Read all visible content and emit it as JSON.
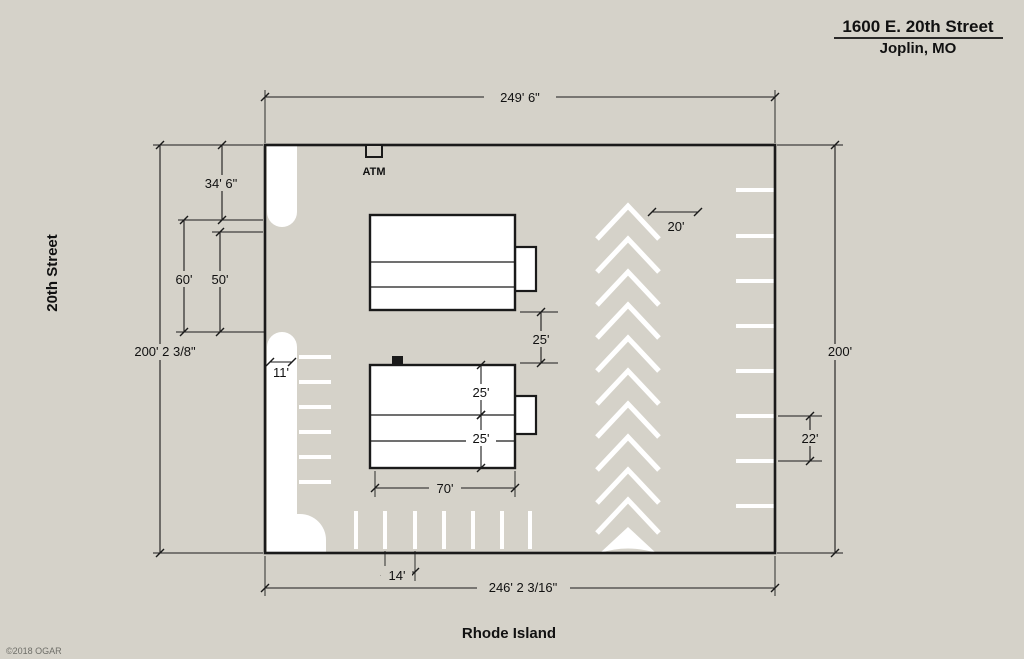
{
  "title": {
    "address": "1600 E. 20th Street",
    "city": "Joplin, MO"
  },
  "streets": {
    "west": "20th Street",
    "south": "Rhode Island"
  },
  "watermark": "©2018 OGAR",
  "atm": "ATM",
  "dims": {
    "top": "249' 6\"",
    "bottom": "246' 2 3/16\"",
    "left": "200' 2 3/8\"",
    "right": "200'",
    "d34": "34' 6\"",
    "d60": "60'",
    "d50": "50'",
    "d11": "11'",
    "d25gap": "25'",
    "d25a": "25'",
    "d25b": "25'",
    "d70": "70'",
    "d20": "20'",
    "d22": "22'",
    "d14": "14'"
  },
  "colors": {
    "background": "#d5d2c9",
    "line": "#1a1a1a",
    "stripe": "#ffffff",
    "building": "#ffffff"
  }
}
